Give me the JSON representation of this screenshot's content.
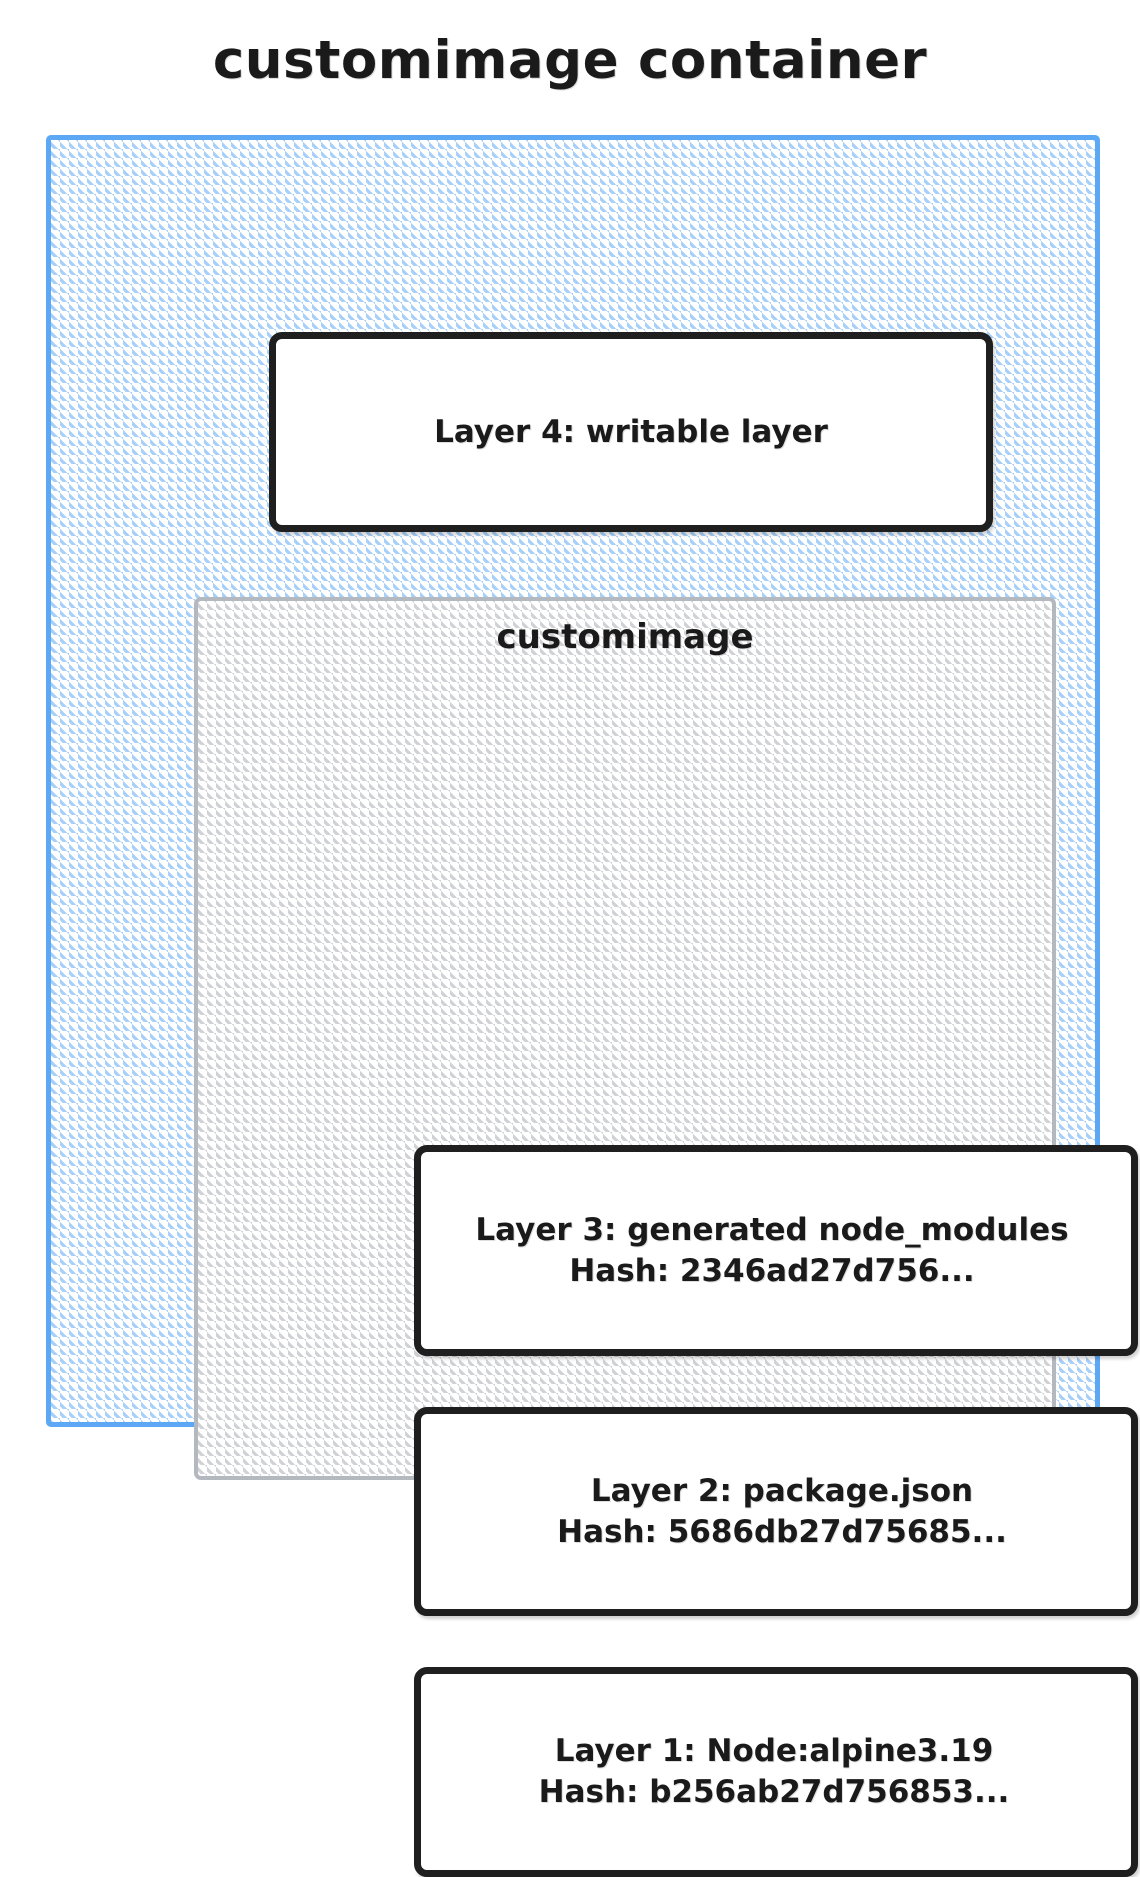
{
  "diagram": {
    "title": "customimage container",
    "type": "container-layer-diagram"
  },
  "outer_container": {
    "name": "customimage container",
    "border_color": "#5da8f5",
    "fill_pattern": "diagonal-hatch-blue"
  },
  "image_container": {
    "label": "customimage",
    "border_color": "#b4b8bf",
    "fill_pattern": "diagonal-hatch-gray"
  },
  "layers": [
    {
      "id": "layer-4",
      "line1": "Layer 4: writable layer",
      "line2": "",
      "inside_image": false
    },
    {
      "id": "layer-3",
      "line1": "Layer 3: generated node_modules",
      "line2": "Hash: 2346ad27d756...",
      "inside_image": true
    },
    {
      "id": "layer-2",
      "line1": "Layer 2: package.json",
      "line2": "Hash: 5686db27d75685...",
      "inside_image": true
    },
    {
      "id": "layer-1",
      "line1": "Layer 1: Node:alpine3.19",
      "line2": "Hash: b256ab27d756853...",
      "inside_image": true
    }
  ]
}
